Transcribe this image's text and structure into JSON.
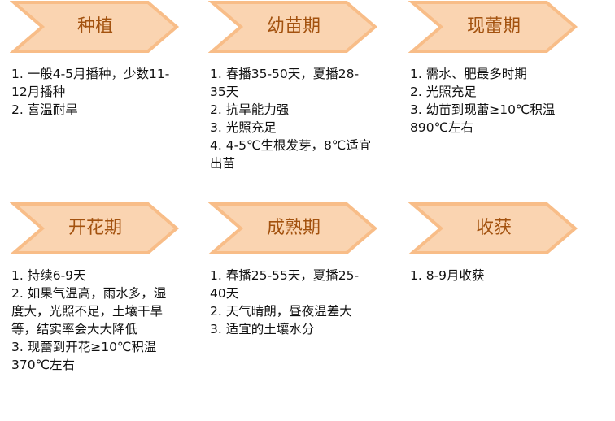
{
  "colors": {
    "fill": "#FAD4B1",
    "border": "#F8BD88",
    "title": "#A3520F"
  },
  "stages": [
    {
      "title": "种植",
      "items": [
        "1. 一般4-5月播种，少数11-12月播种",
        "2. 喜温耐旱"
      ]
    },
    {
      "title": "幼苗期",
      "items": [
        "1. 春播35-50天，夏播28-35天",
        "2. 抗旱能力强",
        "3. 光照充足",
        "4. 4-5℃生根发芽，8℃适宜出苗"
      ]
    },
    {
      "title": "现蕾期",
      "items": [
        "1. 需水、肥最多时期",
        "2. 光照充足",
        "3. 幼苗到现蕾≥10℃积温890℃左右"
      ]
    },
    {
      "title": "开花期",
      "items": [
        "1. 持续6-9天",
        "2. 如果气温高，雨水多，湿度大，光照不足，土壤干旱等，结实率会大大降低",
        "3. 现蕾到开花≥10℃积温370℃左右"
      ]
    },
    {
      "title": "成熟期",
      "items": [
        "1. 春播25-55天，夏播25-40天",
        "2. 天气晴朗，昼夜温差大",
        "3. 适宜的土壤水分"
      ]
    },
    {
      "title": "收获",
      "items": [
        "1. 8-9月收获"
      ]
    }
  ]
}
